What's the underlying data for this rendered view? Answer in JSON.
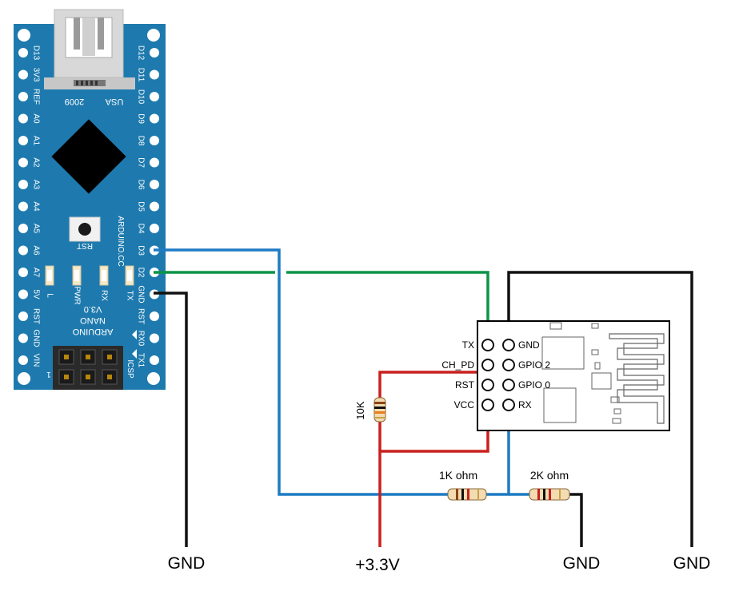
{
  "board": {
    "left_pins": [
      "D13",
      "3V3",
      "REF",
      "A0",
      "A1",
      "A2",
      "A3",
      "A4",
      "A5",
      "A6",
      "A7",
      "5V",
      "RST",
      "GND",
      "VIN"
    ],
    "right_pins": [
      "D12",
      "D11",
      "D10",
      "D9",
      "D8",
      "D7",
      "D6",
      "D5",
      "D4",
      "D3",
      "D2",
      "GND",
      "RST",
      "RX0",
      "TX1"
    ],
    "usb_left": "2009",
    "usb_right": "USA",
    "rst_button": "RST",
    "maker": "ARDUINO.CC",
    "leds": [
      "L",
      "PWR",
      "RX",
      "TX"
    ],
    "model_lines": [
      "V3.0",
      "NANO",
      "ARDUINO"
    ],
    "icsp": "ICSP",
    "icsp_pin1": "1",
    "color_board": "#1E7AAE",
    "color_chip": "#000000"
  },
  "module": {
    "left_labels": [
      "TX",
      "CH_PD",
      "RST",
      "VCC"
    ],
    "right_labels": [
      "GND",
      "GPIO 2",
      "GPIO 0",
      "RX"
    ]
  },
  "resistors": {
    "pullup": "10K",
    "r1": "1K ohm",
    "r2": "2K ohm"
  },
  "terminals": {
    "gnd_arduino": "GND",
    "vcc": "+3.3V",
    "gnd_divider": "GND",
    "gnd_module": "GND"
  },
  "wire_colors": {
    "green": "#0A9447",
    "blue": "#1E7BC4",
    "red": "#C8201F",
    "black": "#111111"
  }
}
